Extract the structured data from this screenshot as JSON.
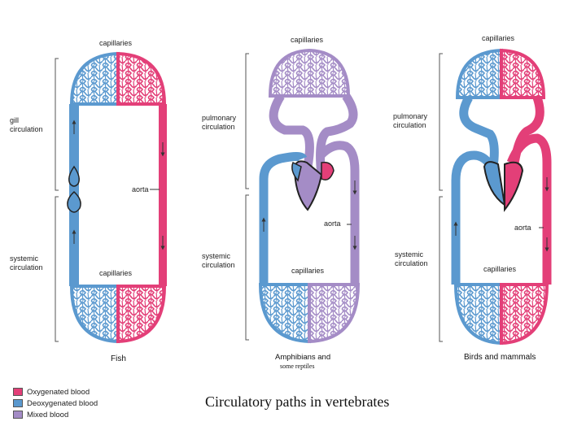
{
  "colors": {
    "oxygenated": "#e33f78",
    "deoxygenated": "#5b99cf",
    "mixed": "#a48cc6",
    "heart_dark": "#222222"
  },
  "title": "Circulatory paths in vertebrates",
  "panels": [
    {
      "title": "Fish",
      "labels": {
        "capillaries_top": "capillaries",
        "gill_circulation": "gill\ncirculation",
        "aorta": "aorta",
        "systemic_circulation": "systemic\ncirculation",
        "capillaries_bottom": "capillaries"
      }
    },
    {
      "title": "Amphibians and some reptiles",
      "title_line1": "Amphibians and",
      "title_line2": "some reptiles",
      "labels": {
        "capillaries_top": "capillaries",
        "pulmonary_circulation": "pulmonary\ncirculation",
        "aorta": "aorta",
        "systemic_circulation": "systemic\ncirculation",
        "capillaries_bottom": "capillaries"
      }
    },
    {
      "title": "Birds and mammals",
      "labels": {
        "capillaries_top": "capillaries",
        "pulmonary_circulation": "pulmonary\ncirculation",
        "aorta": "aorta",
        "systemic_circulation": "systemic\ncirculation",
        "capillaries_bottom": "capillaries"
      }
    }
  ],
  "legend": [
    {
      "label": "Oxygenated blood",
      "color": "#e33f78"
    },
    {
      "label": "Deoxygenated blood",
      "color": "#5b99cf"
    },
    {
      "label": "Mixed blood",
      "color": "#a48cc6"
    }
  ]
}
